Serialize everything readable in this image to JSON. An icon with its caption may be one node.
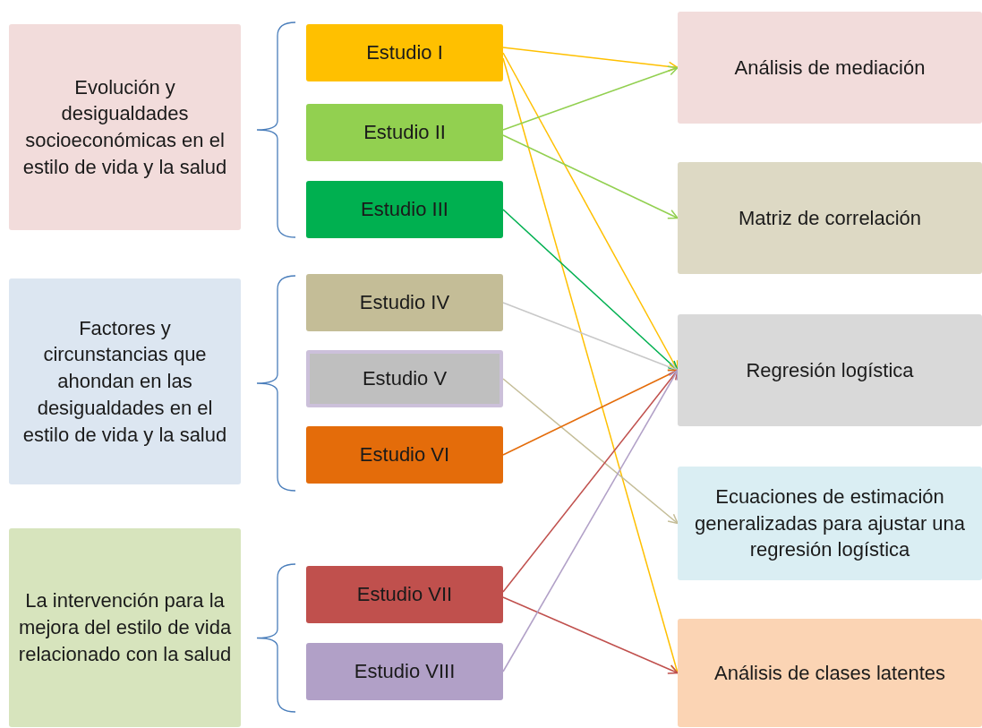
{
  "diagram": {
    "nodes": [
      {
        "text": [
          "Evolución y desigualdades socioeconómicas en el estilo de vida y la salud"
        ]
      },
      {
        "text": [
          "Factores y circunstancias que ahondan en las desigualdades en el estilo de vida y la salud"
        ]
      },
      {
        "text": [
          "La intervención para la mejora del estilo de vida relacionado con la salud"
        ]
      },
      {
        "text": [
          "Estudio I"
        ]
      },
      {
        "text": [
          "Estudio II"
        ]
      },
      {
        "text": [
          "Estudio III"
        ]
      },
      {
        "text": [
          "Estudio IV"
        ]
      },
      {
        "text": [
          "Estudio V"
        ]
      },
      {
        "text": [
          "Estudio VI"
        ]
      },
      {
        "text": [
          "Estudio VII"
        ]
      },
      {
        "text": [
          "Estudio VIII"
        ]
      },
      {
        "text": [
          "Análisis de mediación"
        ]
      },
      {
        "text": [
          "Matriz de correlación"
        ]
      },
      {
        "text": [
          "Regresión logística"
        ]
      },
      {
        "text": [
          "Ecuaciones de estimación generalizadas para ajustar una regresión logística"
        ]
      },
      {
        "text": [
          "Análisis de clases latentes"
        ]
      }
    ],
    "edges": [
      {
        "from": 3,
        "to": 11,
        "arrow": "to",
        "color": "#ffc000"
      },
      {
        "from": 3,
        "to": 13,
        "arrow": "to",
        "color": "#ffc000"
      },
      {
        "from": 3,
        "to": 15,
        "arrow": "to",
        "color": "#ffc000"
      },
      {
        "from": 4,
        "to": 11,
        "arrow": "to",
        "color": "#92d050"
      },
      {
        "from": 4,
        "to": 12,
        "arrow": "to",
        "color": "#92d050"
      },
      {
        "from": 5,
        "to": 13,
        "arrow": "to",
        "color": "#00b050"
      },
      {
        "from": 6,
        "to": 13,
        "arrow": "to",
        "color": "#c8c8c8"
      },
      {
        "from": 7,
        "to": 14,
        "arrow": "to",
        "color": "#c4bd97"
      },
      {
        "from": 8,
        "to": 13,
        "arrow": "to",
        "color": "#e46c0a"
      },
      {
        "from": 9,
        "to": 13,
        "arrow": "to",
        "color": "#c0504d"
      },
      {
        "from": 9,
        "to": 15,
        "arrow": "to",
        "color": "#c0504d"
      },
      {
        "from": 10,
        "to": 13,
        "arrow": "to",
        "color": "#b1a0c7"
      }
    ]
  }
}
